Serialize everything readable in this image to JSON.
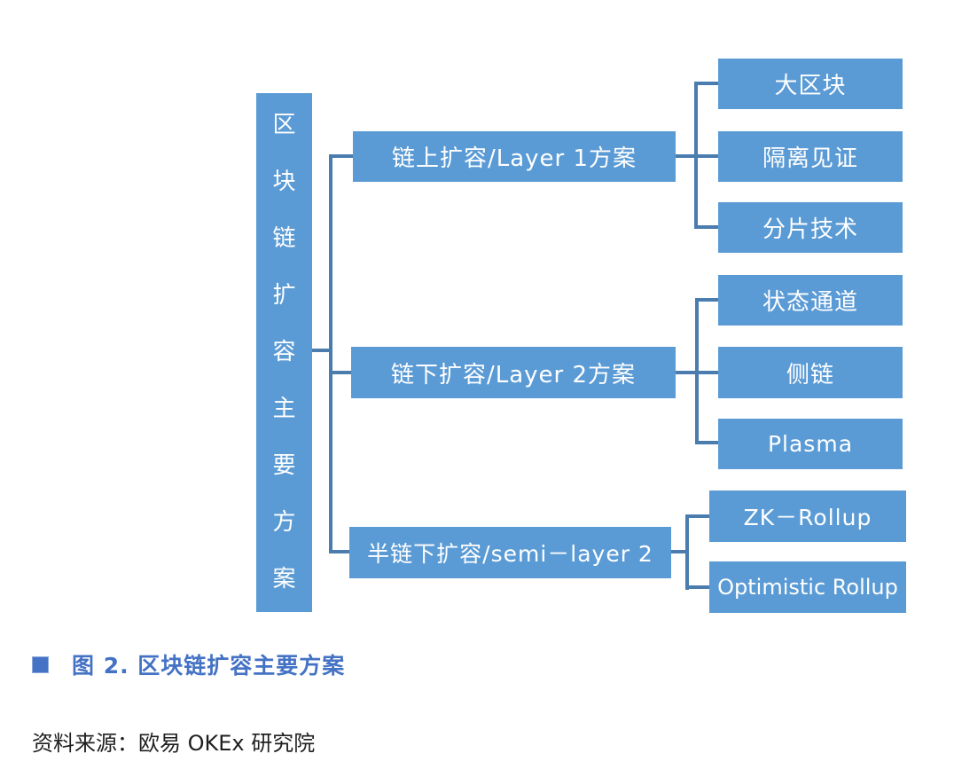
{
  "figure": {
    "root": {
      "label": "区块链扩容主要方案"
    },
    "branches": [
      {
        "label": "链上扩容/Layer 1方案",
        "children": [
          {
            "label": "大区块"
          },
          {
            "label": "隔离见证"
          },
          {
            "label": "分片技术"
          }
        ]
      },
      {
        "label": "链下扩容/Layer 2方案",
        "children": [
          {
            "label": "状态通道"
          },
          {
            "label": "侧链"
          },
          {
            "label": "Plasma"
          }
        ]
      },
      {
        "label": "半链下扩容/semi－layer 2",
        "children": [
          {
            "label": "ZK－Rollup"
          },
          {
            "label": "Optimistic Rollup"
          }
        ]
      }
    ],
    "colors": {
      "node_fill": "#5B9BD5",
      "node_text": "#FFFFFF",
      "connector": "#4A7CAD",
      "caption_accent": "#4472C4"
    }
  },
  "caption": {
    "text": "图 2. 区块链扩容主要方案"
  },
  "source": {
    "text": "资料来源：欧易 OKEx 研究院"
  }
}
